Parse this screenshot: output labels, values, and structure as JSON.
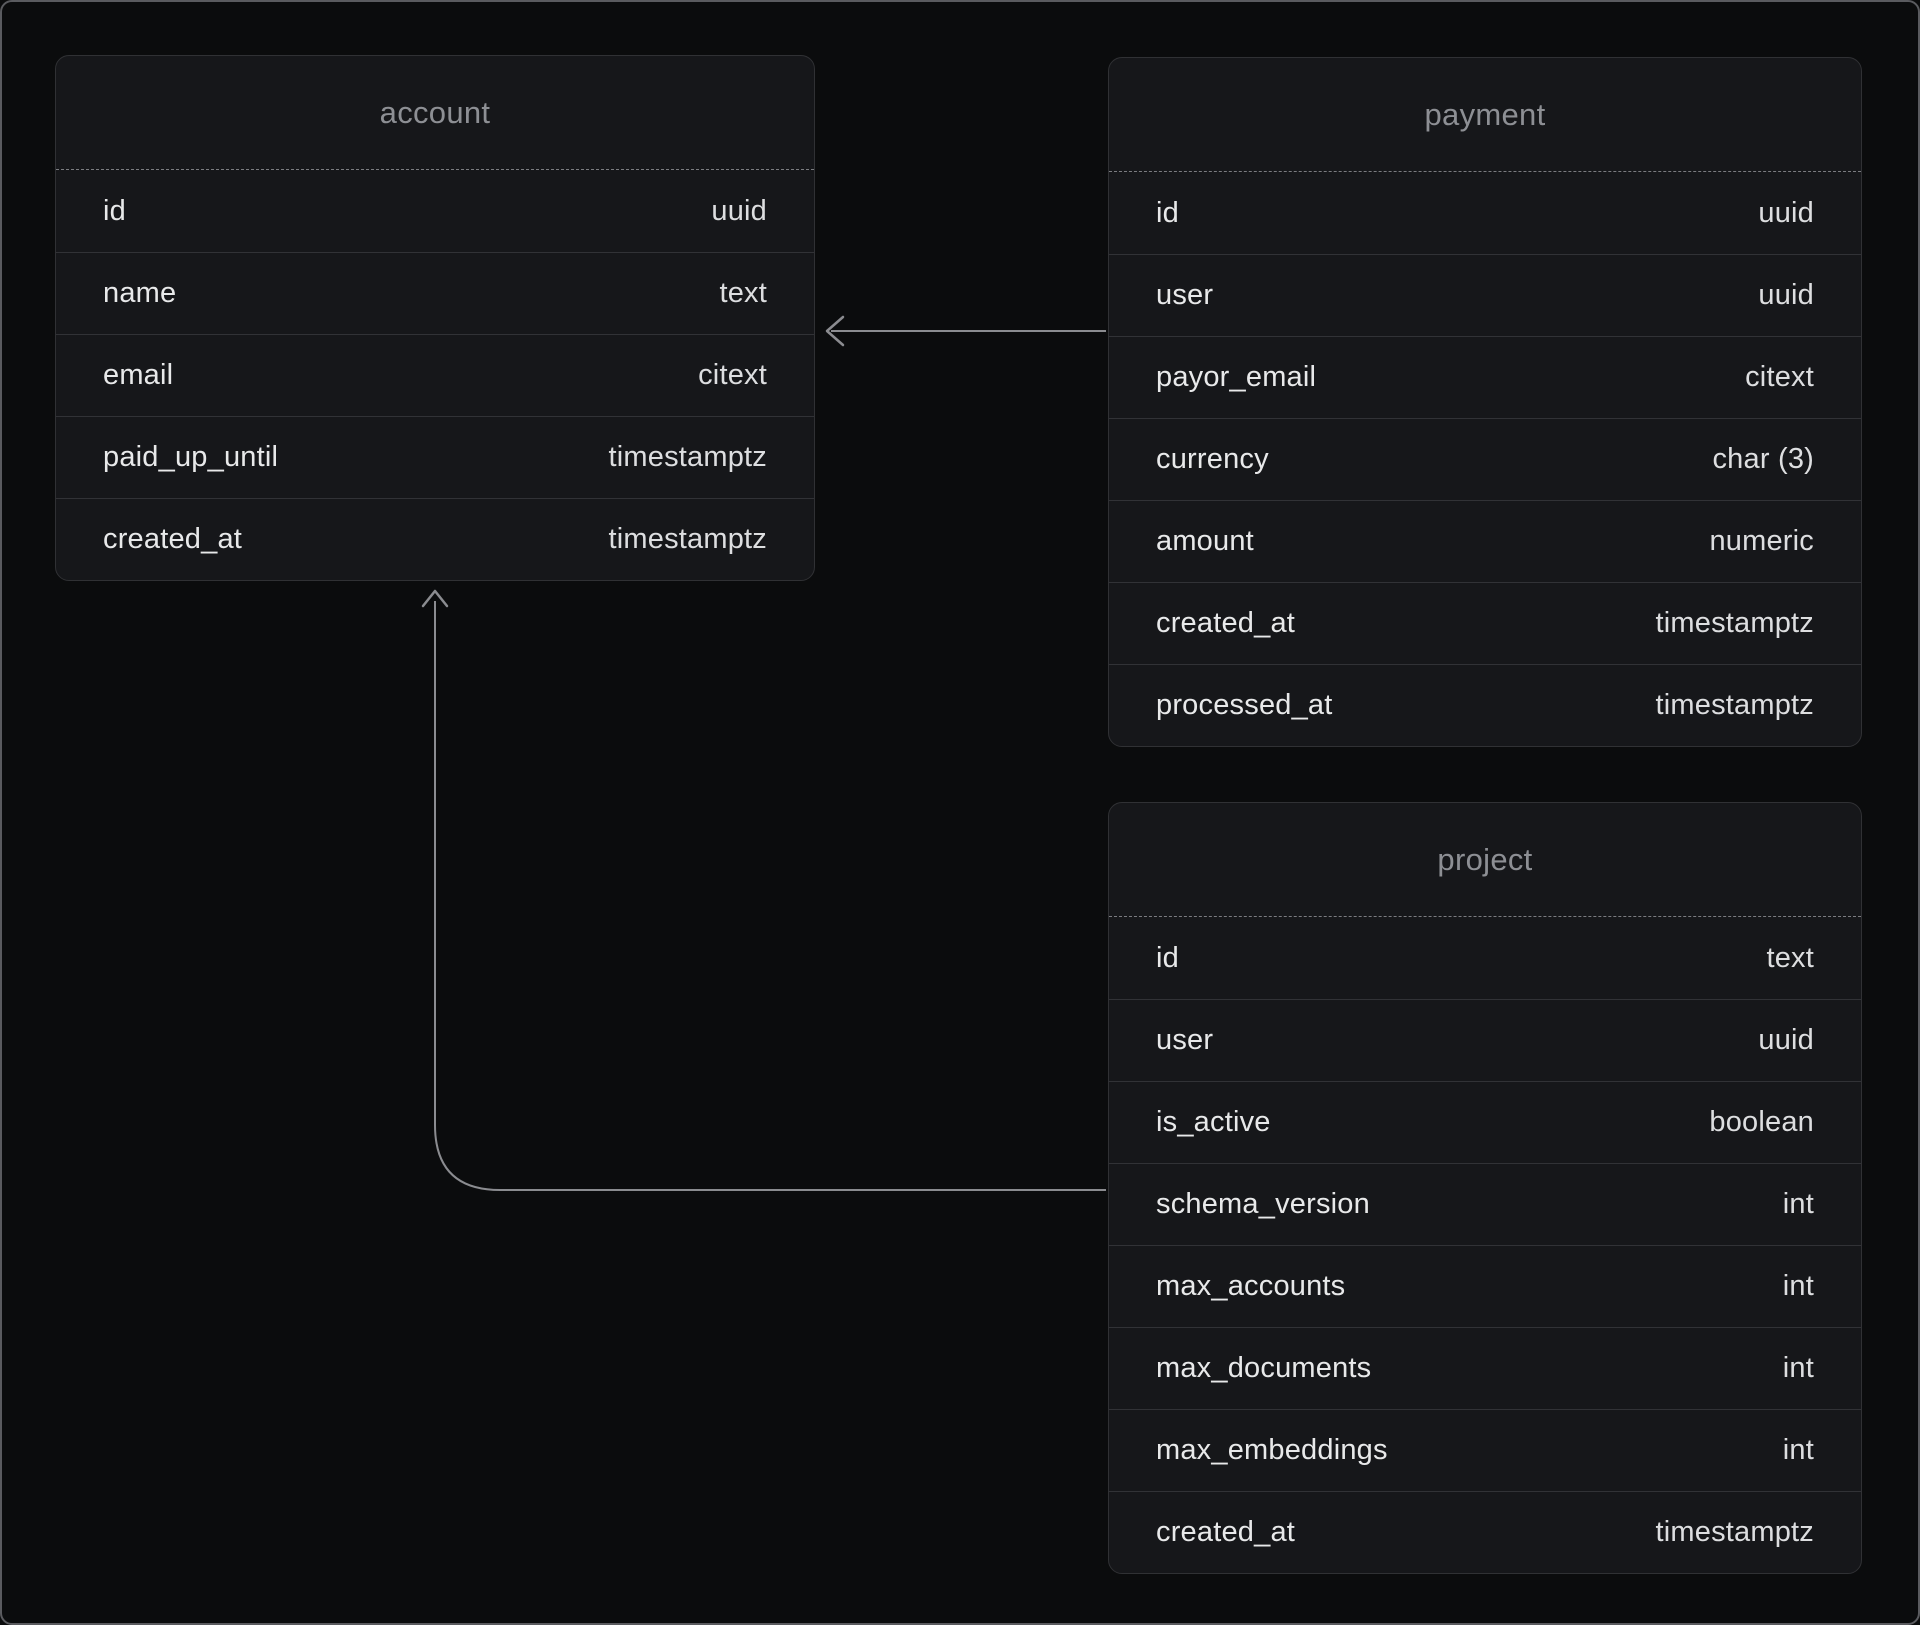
{
  "diagram": {
    "tables": [
      {
        "name": "account",
        "columns": [
          {
            "name": "id",
            "type": "uuid"
          },
          {
            "name": "name",
            "type": "text"
          },
          {
            "name": "email",
            "type": "citext"
          },
          {
            "name": "paid_up_until",
            "type": "timestamptz"
          },
          {
            "name": "created_at",
            "type": "timestamptz"
          }
        ]
      },
      {
        "name": "payment",
        "columns": [
          {
            "name": "id",
            "type": "uuid"
          },
          {
            "name": "user",
            "type": "uuid"
          },
          {
            "name": "payor_email",
            "type": "citext"
          },
          {
            "name": "currency",
            "type": "char (3)"
          },
          {
            "name": "amount",
            "type": "numeric"
          },
          {
            "name": "created_at",
            "type": "timestamptz"
          },
          {
            "name": "processed_at",
            "type": "timestamptz"
          }
        ]
      },
      {
        "name": "project",
        "columns": [
          {
            "name": "id",
            "type": "text"
          },
          {
            "name": "user",
            "type": "uuid"
          },
          {
            "name": "is_active",
            "type": "boolean"
          },
          {
            "name": "schema_version",
            "type": "int"
          },
          {
            "name": "max_accounts",
            "type": "int"
          },
          {
            "name": "max_documents",
            "type": "int"
          },
          {
            "name": "max_embeddings",
            "type": "int"
          },
          {
            "name": "created_at",
            "type": "timestamptz"
          }
        ]
      }
    ],
    "relationships": [
      {
        "from_table": "payment",
        "to_table": "account"
      },
      {
        "from_table": "project",
        "to_table": "account"
      }
    ],
    "colors": {
      "background": "#0b0c0d",
      "card_background": "#16171a",
      "card_border": "#303134",
      "text_primary": "#e8e9ea",
      "text_muted": "#8d8f94",
      "connector": "#8b8c90"
    }
  }
}
